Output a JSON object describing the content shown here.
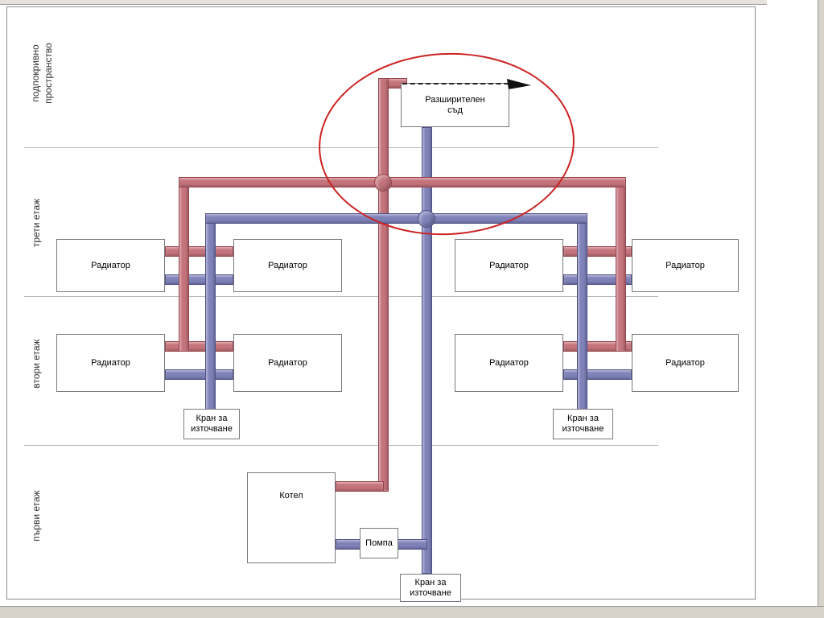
{
  "diagram": {
    "floor_labels": {
      "attic": "подпокривно пространство",
      "third": "трети етаж",
      "second": "втори етаж",
      "first": "първи етаж"
    },
    "components": {
      "expansion_vessel": "Разширителен съд",
      "radiator": "Радиатор",
      "boiler": "Котел",
      "pump": "Помпа",
      "drain_valve": "Кран за източване"
    }
  },
  "colors": {
    "supply_pipe": "#c4737b",
    "supply_border": "#99434b",
    "return_pipe": "#7e82b8",
    "return_border": "#4d5089",
    "annotation": "#cc2222"
  }
}
